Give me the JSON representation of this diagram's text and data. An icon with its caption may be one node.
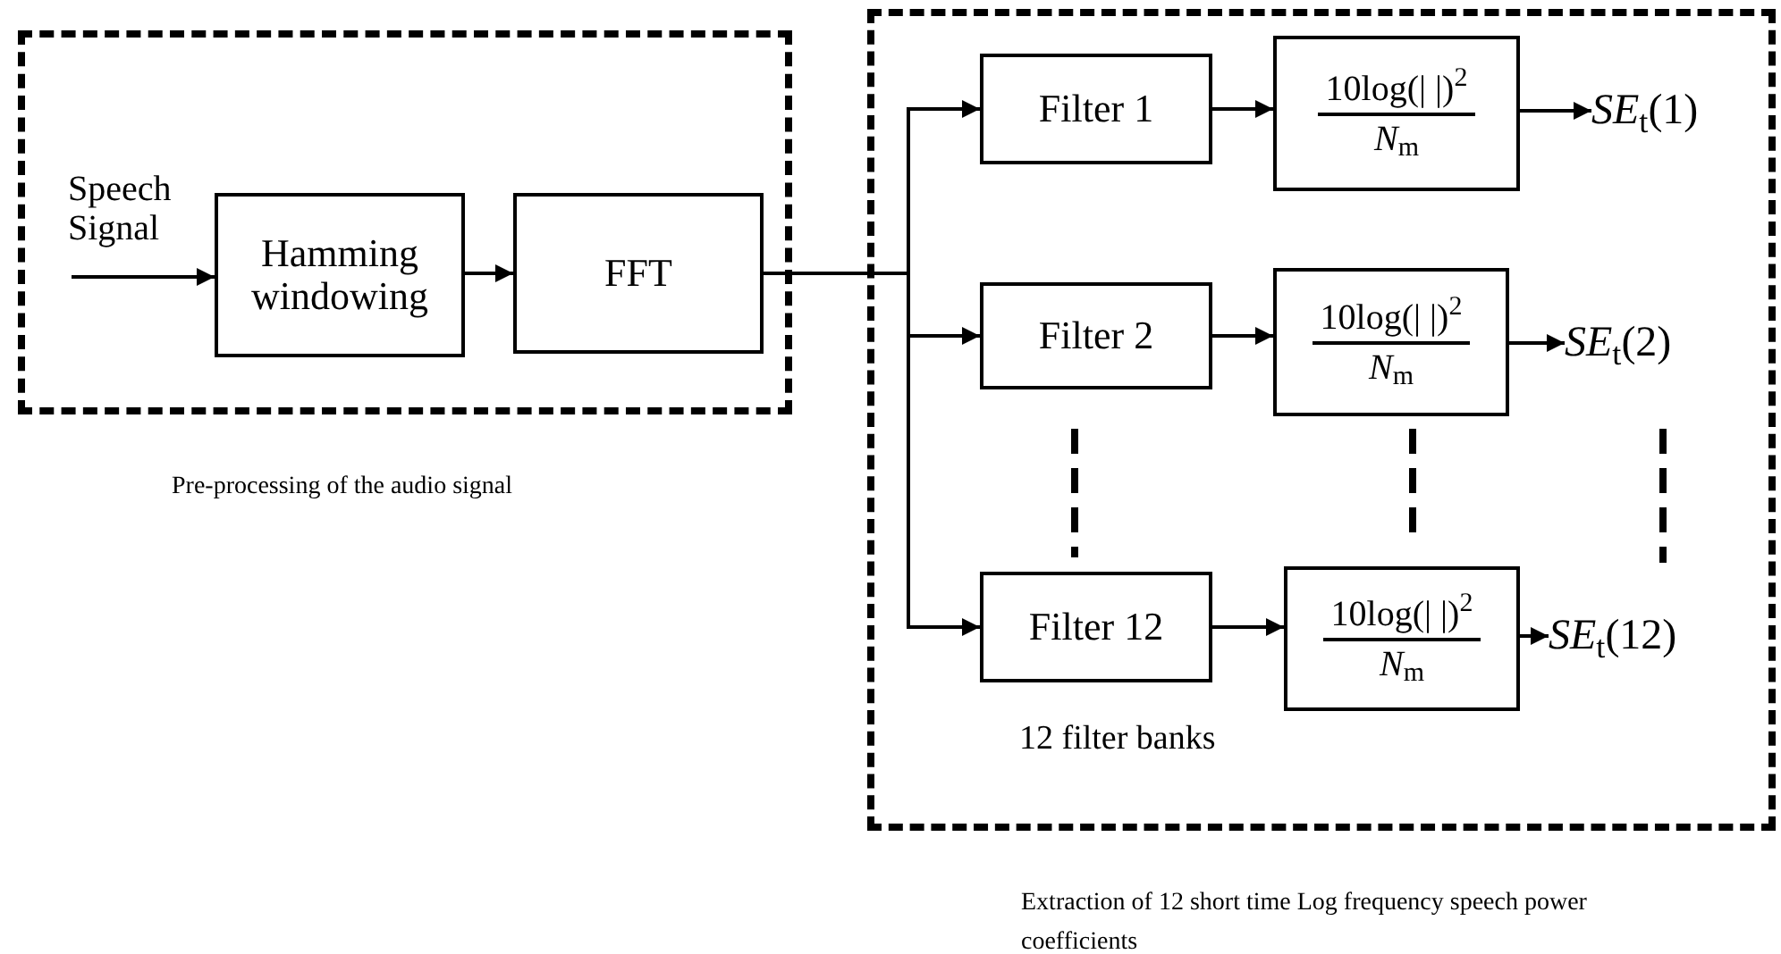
{
  "diagram": {
    "nodes": [
      {
        "text": [
          "Pre-processing of the audio signal"
        ]
      },
      {
        "text": [
          "Hamming windowing"
        ],
        "in": 0
      },
      {
        "text": [
          "FFT"
        ],
        "in": 0
      },
      {
        "text": [
          "Extraction of 12 short time Log frequency speech power coefficients"
        ]
      },
      {
        "text": [
          "Filter 1"
        ],
        "in": 3
      },
      {
        "text": [
          "10log(| |)$^{2}$",
          "*N*$_{m}$"
        ],
        "in": 3
      },
      {
        "text": [
          "*SE*$_{t}$(1)"
        ],
        "in": 3
      },
      {
        "text": [
          "Filter 2"
        ],
        "in": 3
      },
      {
        "text": [
          "10log(| |)$^{2}$",
          "*N*$_{m}$"
        ],
        "in": 3
      },
      {
        "text": [
          "*SE*$_{t}$(2)"
        ],
        "in": 3
      },
      {
        "text": [
          "Filter 12"
        ],
        "in": 3
      },
      {
        "text": [
          "10log(| |)$^{2}$",
          "*N*$_{m}$"
        ],
        "in": 3
      },
      {
        "text": [
          "*SE*$_{t}$(12)"
        ],
        "in": 3
      }
    ],
    "edges": [
      {
        "from": null,
        "to": 1,
        "arrow": "to",
        "label": "Speech Signal"
      },
      {
        "from": 1,
        "to": 2,
        "arrow": "to"
      },
      {
        "from": 2,
        "to": 4,
        "arrow": "to"
      },
      {
        "from": 2,
        "to": 7,
        "arrow": "to"
      },
      {
        "from": 2,
        "to": 10,
        "arrow": "to"
      },
      {
        "from": 4,
        "to": 5,
        "arrow": "to"
      },
      {
        "from": 5,
        "to": 6,
        "arrow": "to"
      },
      {
        "from": 7,
        "to": 8,
        "arrow": "to"
      },
      {
        "from": 8,
        "to": 9,
        "arrow": "to"
      },
      {
        "from": 10,
        "to": 11,
        "arrow": "to"
      },
      {
        "from": 11,
        "to": 12,
        "arrow": "to"
      }
    ],
    "labels": [
      "12 filter banks"
    ]
  }
}
